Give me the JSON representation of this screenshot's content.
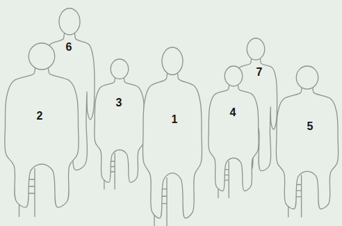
{
  "diagram": {
    "labels": [
      "2",
      "6",
      "3",
      "1",
      "4",
      "7",
      "5"
    ]
  }
}
